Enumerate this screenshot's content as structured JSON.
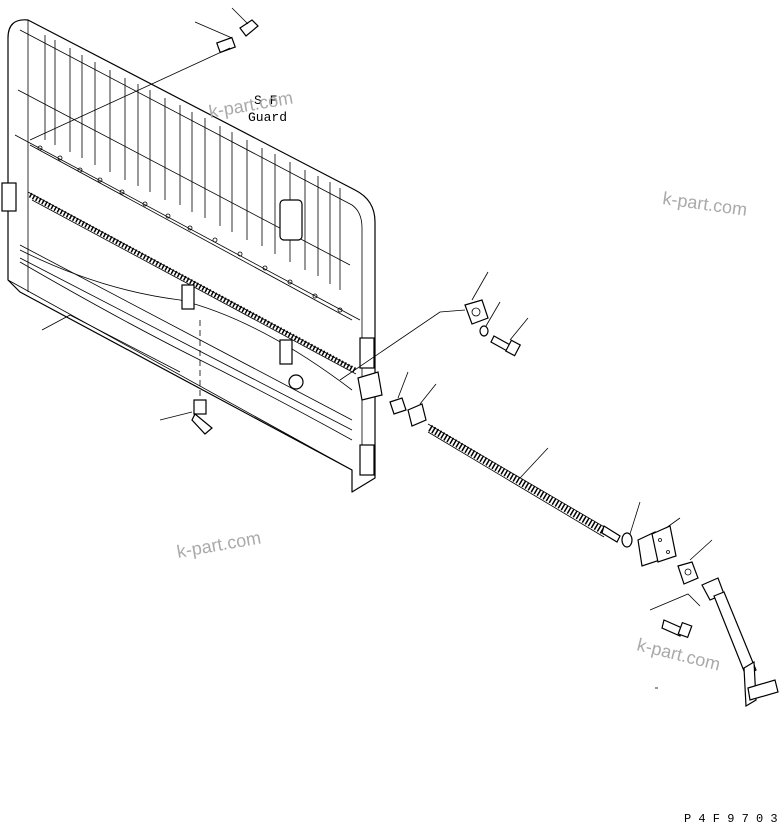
{
  "diagram": {
    "label_sf": "S F",
    "label_guard": "Guard",
    "drawing_code": "P 4 F 9 7 0 3"
  },
  "watermarks": [
    "k-part.com",
    "k-part.com",
    "k-part.com",
    "k-part.com"
  ],
  "colors": {
    "line": "#000000",
    "watermark": "#a9a9a9",
    "background": "#ffffff"
  }
}
